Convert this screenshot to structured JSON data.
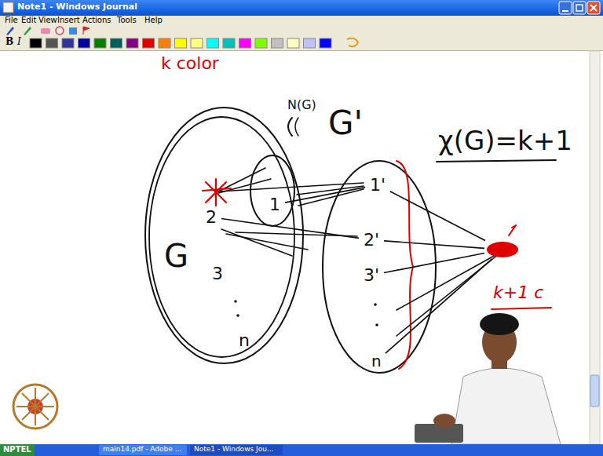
{
  "diagram": {
    "title": "G'",
    "nodes": [
      {
        "text": [
          "G"
        ]
      },
      {
        "text": [
          "N(G)"
        ],
        "in": 0
      },
      {
        "text": [
          "1"
        ],
        "in": 1
      },
      {
        "text": [
          "2"
        ],
        "in": 0
      },
      {
        "text": [
          "3"
        ],
        "in": 0
      },
      {
        "text": [
          "n"
        ],
        "in": 0
      },
      {
        "text": [
          "1'"
        ]
      },
      {
        "text": [
          "2'"
        ]
      },
      {
        "text": [
          "3'"
        ]
      },
      {
        "text": [
          "n"
        ]
      },
      {
        "text": [
          "k+1 c"
        ]
      }
    ],
    "edges": [
      {
        "from": 6,
        "to": 2,
        "arrow": "none"
      },
      {
        "from": 7,
        "to": 3,
        "arrow": "none"
      },
      {
        "from": 10,
        "to": 6,
        "arrow": "none"
      },
      {
        "from": 10,
        "to": 7,
        "arrow": "none"
      },
      {
        "from": 10,
        "to": 8,
        "arrow": "none"
      },
      {
        "from": 10,
        "to": 9,
        "arrow": "none"
      }
    ],
    "labels": [
      "Note1 - Windows Journal",
      "File",
      "Edit",
      "View",
      "Insert",
      "Actions",
      "Tools",
      "Help",
      "B",
      "I",
      "k color",
      "χ(G)=k+1",
      "NPTEL",
      "main14.pdf - Adobe ...",
      "Note1 - Windows Jou..."
    ]
  }
}
